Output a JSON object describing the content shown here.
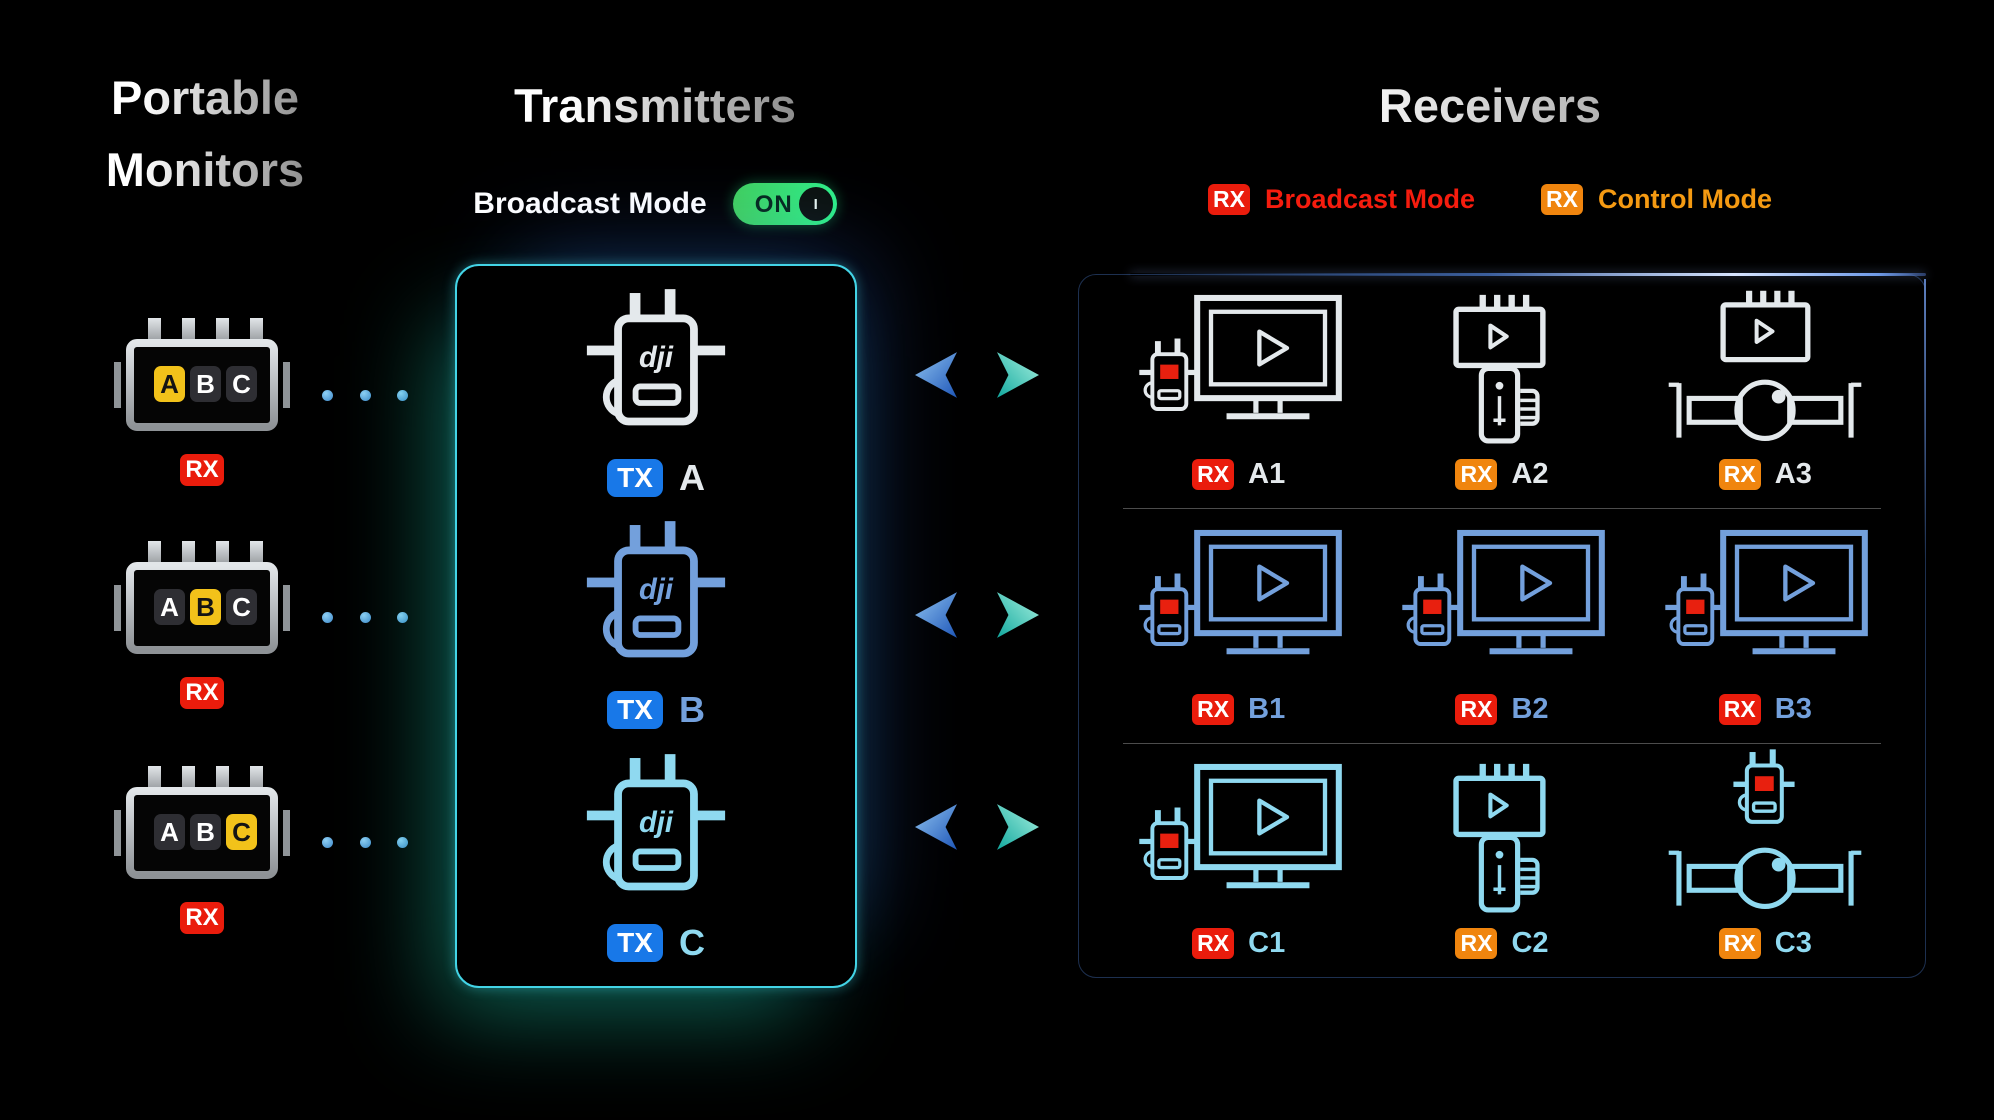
{
  "titles": {
    "left_line1": "Portable",
    "left_line2": "Monitors",
    "middle": "Transmitters",
    "right": "Receivers"
  },
  "toggle": {
    "label": "Broadcast Mode",
    "state": "ON",
    "knob": "I"
  },
  "legend": [
    {
      "badge": "RX",
      "label": "Broadcast Mode",
      "mode": "broadcast"
    },
    {
      "badge": "RX",
      "label": "Control Mode",
      "mode": "control"
    }
  ],
  "monitors": [
    {
      "keys": [
        "A",
        "B",
        "C"
      ],
      "selected": "A",
      "badge": "RX"
    },
    {
      "keys": [
        "A",
        "B",
        "C"
      ],
      "selected": "B",
      "badge": "RX"
    },
    {
      "keys": [
        "A",
        "B",
        "C"
      ],
      "selected": "C",
      "badge": "RX"
    }
  ],
  "transmitters": [
    {
      "badge": "TX",
      "label": "A",
      "color": "#e4e9ec"
    },
    {
      "badge": "TX",
      "label": "B",
      "color": "#73a0dc"
    },
    {
      "badge": "TX",
      "label": "C",
      "color": "#8fd9f0"
    }
  ],
  "receivers": {
    "rows": [
      {
        "color": "#e4e9ec",
        "items": [
          {
            "badge": "RX",
            "label": "A1",
            "mode": "broadcast",
            "type": "monitor"
          },
          {
            "badge": "RX",
            "label": "A2",
            "mode": "control",
            "type": "grip"
          },
          {
            "badge": "RX",
            "label": "A3",
            "mode": "control",
            "type": "gimbal-monitor"
          }
        ]
      },
      {
        "color": "#73a0dc",
        "items": [
          {
            "badge": "RX",
            "label": "B1",
            "mode": "broadcast",
            "type": "monitor"
          },
          {
            "badge": "RX",
            "label": "B2",
            "mode": "broadcast",
            "type": "monitor"
          },
          {
            "badge": "RX",
            "label": "B3",
            "mode": "broadcast",
            "type": "monitor"
          }
        ]
      },
      {
        "color": "#8fd9f0",
        "items": [
          {
            "badge": "RX",
            "label": "C1",
            "mode": "broadcast",
            "type": "monitor"
          },
          {
            "badge": "RX",
            "label": "C2",
            "mode": "control",
            "type": "grip"
          },
          {
            "badge": "RX",
            "label": "C3",
            "mode": "control",
            "type": "gimbal-receiver"
          }
        ]
      }
    ]
  },
  "colors": {
    "rx_broadcast_badge": "#ea1c0c",
    "rx_control_badge": "#f0850e",
    "legend_red_text": "#f51c0e",
    "legend_orange_text": "#f59a12",
    "tx_badge_blue": "#1878e8",
    "selected_key_yellow": "#f2c21a",
    "toggle_green_start": "#41cf5e",
    "toggle_green_end": "#2ef089",
    "dot_blue": "#5aa7e0",
    "tx_panel_border": "#43d4e6",
    "red_indicator": "#e8200f"
  }
}
